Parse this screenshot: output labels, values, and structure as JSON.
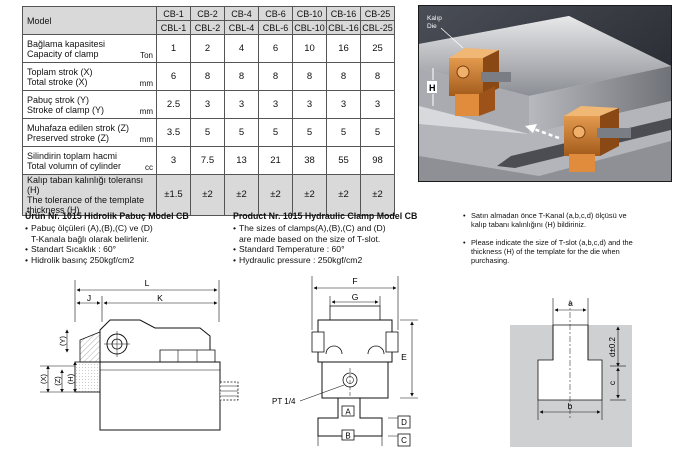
{
  "table": {
    "model_label": "Model",
    "models": [
      {
        "cb": "CB-1",
        "cbl": "CBL-1"
      },
      {
        "cb": "CB-2",
        "cbl": "CBL-2"
      },
      {
        "cb": "CB-4",
        "cbl": "CBL-4"
      },
      {
        "cb": "CB-6",
        "cbl": "CBL-6"
      },
      {
        "cb": "CB-10",
        "cbl": "CBL-10"
      },
      {
        "cb": "CB-16",
        "cbl": "CBL-16"
      },
      {
        "cb": "CB-25",
        "cbl": "CBL-25"
      }
    ],
    "rows": [
      {
        "label_tr": "Bağlama kapasitesi",
        "label_en": "Capacity of clamp",
        "unit": "Ton",
        "values": [
          "1",
          "2",
          "4",
          "6",
          "10",
          "16",
          "25"
        ]
      },
      {
        "label_tr": "Toplam strok (X)",
        "label_en": "Total stroke (X)",
        "unit": "mm",
        "values": [
          "6",
          "8",
          "8",
          "8",
          "8",
          "8",
          "8"
        ]
      },
      {
        "label_tr": "Pabuç strok (Y)",
        "label_en": "Stroke of clamp (Y)",
        "unit": "mm",
        "values": [
          "2.5",
          "3",
          "3",
          "3",
          "3",
          "3",
          "3"
        ]
      },
      {
        "label_tr": "Muhafaza edilen strok (Z)",
        "label_en": "Preserved stroke (Z)",
        "unit": "mm",
        "values": [
          "3.5",
          "5",
          "5",
          "5",
          "5",
          "5",
          "5"
        ]
      },
      {
        "label_tr": "Silindirin toplam hacmi",
        "label_en": "Total volumn of cylinder",
        "unit": "cc",
        "values": [
          "3",
          "7.5",
          "13",
          "21",
          "38",
          "55",
          "98"
        ]
      },
      {
        "label_tr": "Kalıp taban kalınlığı toleransı (H)",
        "label_en": "The tolerance of the template thickness (H)",
        "unit": "",
        "values": [
          "±1.5",
          "±2",
          "±2",
          "±2",
          "±2",
          "±2",
          "±2"
        ]
      }
    ]
  },
  "photo": {
    "label_line1": "Kalıp",
    "label_line2": "Die",
    "h_label": "H"
  },
  "turkish": {
    "title": "Ürün Nr. 1015 Hidrolik Pabuç Model CB",
    "items": [
      {
        "line1": "Pabuç ölçüleri (A),(B),(C) ve (D)",
        "line2": "T-Kanala bağlı olarak belirlenir."
      },
      {
        "line1": "Standart Sıcaklık : 60°",
        "line2": ""
      },
      {
        "line1": "Hidrolik basınç 250kgf/cm2",
        "line2": ""
      }
    ]
  },
  "english": {
    "title": "Product Nr. 1015 Hydraulic Clamp Model CB",
    "items": [
      {
        "line1": "The sizes of clamps(A),(B),(C) and (D)",
        "line2": "are made  based on the size of T-slot."
      },
      {
        "line1": "Standard Temperature : 60°",
        "line2": ""
      },
      {
        "line1": "Hydraulic pressure : 250kgf/cm2",
        "line2": ""
      }
    ]
  },
  "notes": [
    {
      "line1": "Satın almadan önce T-Kanal (a,b,c,d) ölçüsü ve",
      "line2": "kalıp tabanı kalınlığını (H) bildiriniz."
    },
    {
      "line1": "Please indicate the size of T-slot (a,b,c,d) and the",
      "line2": "thickness (H) of the template for the die when",
      "line3": "purchasing."
    }
  ],
  "drawing_left": {
    "L": "L",
    "J": "J",
    "K": "K",
    "Y": "(Y)",
    "X": "(X)",
    "Z": "(Z)",
    "H": "(H)"
  },
  "drawing_mid": {
    "F": "F",
    "G": "G",
    "E": "E",
    "port": "PT 1/4",
    "A": "A",
    "B": "B",
    "C": "C",
    "D": "D"
  },
  "drawing_right": {
    "a": "a",
    "b": "b",
    "c": "c",
    "d": "d±0.2"
  },
  "colors": {
    "table_shade": "#d9d9d9",
    "photo_bg": "#2b2d33",
    "clamp_orange": "#c9782f"
  }
}
